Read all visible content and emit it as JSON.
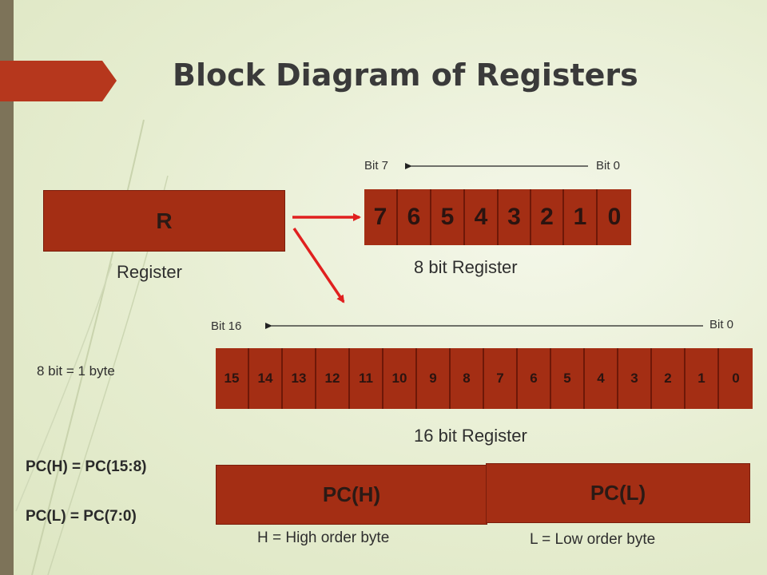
{
  "slide": {
    "title": "Block Diagram of Registers",
    "colors": {
      "register_fill": "#a42e14",
      "accent_arrow": "#e0201f",
      "side_bar": "#7d7359"
    }
  },
  "register_r": {
    "label": "R",
    "caption": "Register"
  },
  "reg8": {
    "bits": [
      "7",
      "6",
      "5",
      "4",
      "3",
      "2",
      "1",
      "0"
    ],
    "msb_label": "Bit 7",
    "lsb_label": "Bit 0",
    "caption": "8 bit Register"
  },
  "reg16": {
    "bits": [
      "15",
      "14",
      "13",
      "12",
      "11",
      "10",
      "9",
      "8",
      "7",
      "6",
      "5",
      "4",
      "3",
      "2",
      "1",
      "0"
    ],
    "msb_label": "Bit 16",
    "lsb_label": "Bit 0",
    "caption": "16 bit Register"
  },
  "note_byte": "8 bit = 1 byte",
  "pc": {
    "high_eq": "PC(H) = PC(15:8)",
    "low_eq": "PC(L) = PC(7:0)",
    "high_label": "PC(H)",
    "low_label": "PC(L)",
    "high_caption": "H = High order byte",
    "low_caption": "L = Low order byte"
  }
}
